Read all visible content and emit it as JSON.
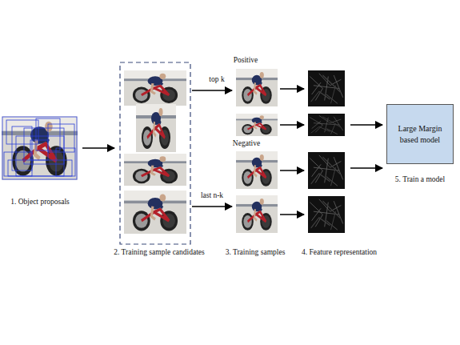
{
  "diagram": {
    "nodes": [
      {
        "text": [
          "Large Margin based model"
        ]
      }
    ],
    "labels": [
      "1. Object proposals",
      "2. Training sample candidates",
      "top k",
      "last n-k",
      "Positive",
      "Negative",
      "3. Training samples",
      "4. Feature representation",
      "5. Train a model"
    ]
  }
}
